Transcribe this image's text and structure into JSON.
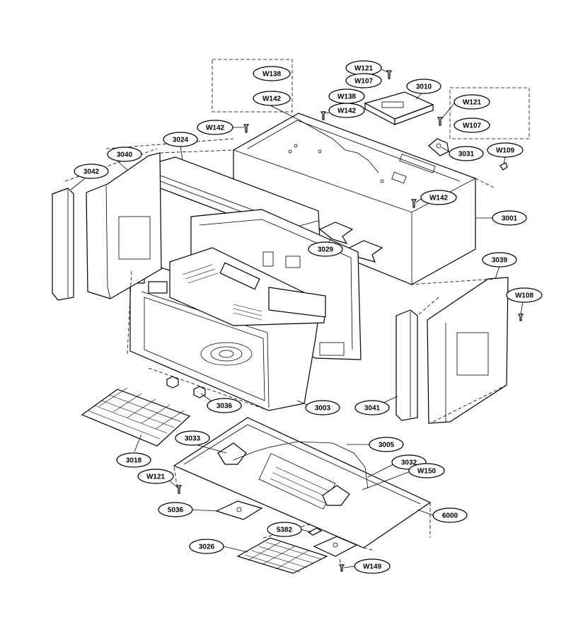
{
  "callouts": {
    "W138_top": "W138",
    "W142_top": "W142",
    "W121_top": "W121",
    "W107_top": "W107",
    "W138_mid": "W138",
    "W142_mid": "W142",
    "p3010": "3010",
    "W121_right": "W121",
    "W107_right": "W107",
    "W142_left": "W142",
    "p3024": "3024",
    "p3040": "3040",
    "p3042": "3042",
    "p3031": "3031",
    "W109": "W109",
    "W142_right": "W142",
    "p3001": "3001",
    "p3029": "3029",
    "p3039": "3039",
    "W108": "W108",
    "p3036": "3036",
    "p3003": "3003",
    "p3041": "3041",
    "p3033": "3033",
    "p3005": "3005",
    "p3018": "3018",
    "p3032": "3032",
    "W150": "W150",
    "W121_bottom": "W121",
    "p5036": "5036",
    "p6000": "6000",
    "p5382": "5382",
    "p3026": "3026",
    "W149": "W149"
  }
}
